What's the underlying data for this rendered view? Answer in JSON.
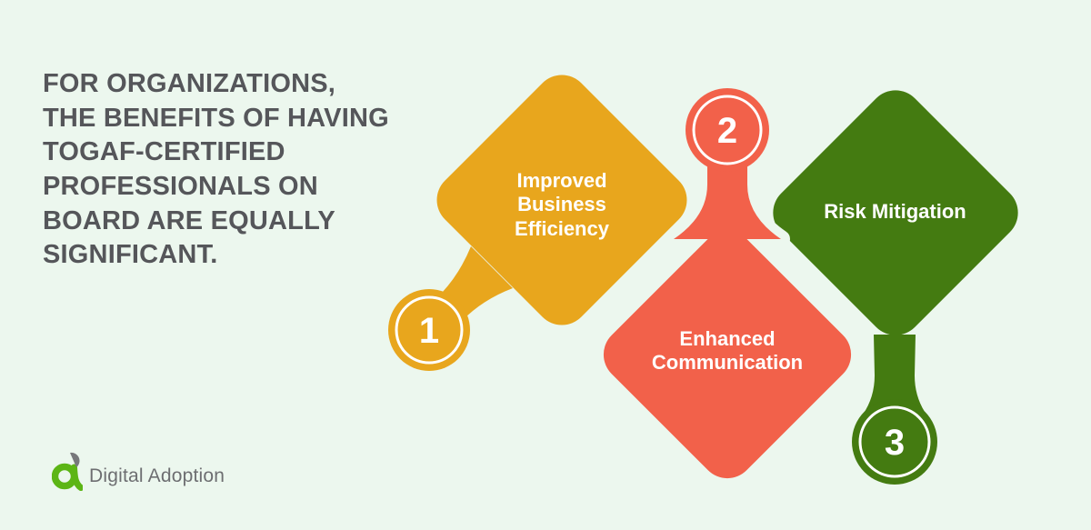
{
  "colors": {
    "background": "#ecf7ee",
    "yellow": "#e8a61d",
    "coral": "#f2614a",
    "green": "#447b11",
    "heading": "#55565a",
    "label_text": "#ffffff",
    "circle_ring": "#ffffff",
    "logo_green": "#5cb515",
    "logo_leaf": "#77787b",
    "logo_text": "#6d6e71"
  },
  "heading": {
    "text": "FOR ORGANIZATIONS,\nTHE BENEFITS OF HAVING\nTOGAF-CERTIFIED\nPROFESSIONALS ON\nBOARD ARE EQUALLY\nSIGNIFICANT."
  },
  "items": [
    {
      "number": "1",
      "label": "Improved\nBusiness\nEfficiency",
      "color": "#e8a61d"
    },
    {
      "number": "2",
      "label": "Enhanced\nCommunication",
      "color": "#f2614a"
    },
    {
      "number": "3",
      "label": "Risk Mitigation",
      "color": "#447b11"
    }
  ],
  "logo": {
    "text": "Digital Adoption"
  }
}
